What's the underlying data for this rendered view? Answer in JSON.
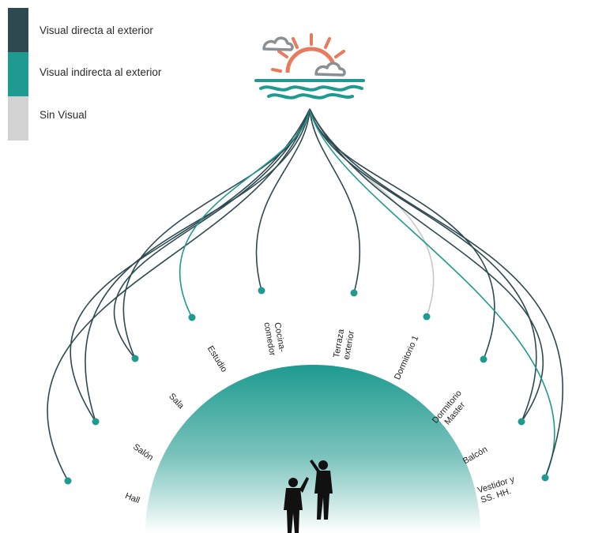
{
  "legend": [
    {
      "label": "Visual directa al exterior",
      "color": "#2e4a50"
    },
    {
      "label": "Visual indirecta al exterior",
      "color": "#1e9a90"
    },
    {
      "label": "Sin Visual",
      "color": "#d2d2d2"
    }
  ],
  "colors": {
    "direct": "#2e4a50",
    "indirect": "#1e9a90",
    "none": "#c8c8c8",
    "dot": "#1e9a90",
    "sun": "#e87a5e",
    "cloud": "#8a8f93",
    "waves": "#1e9a90"
  },
  "rooms": [
    {
      "label": "Hall",
      "lines": [
        "direct"
      ]
    },
    {
      "label": "Salón",
      "lines": [
        "direct",
        "direct"
      ]
    },
    {
      "label": "Sala",
      "lines": [
        "direct",
        "direct"
      ]
    },
    {
      "label": "Estudio",
      "lines": [
        "indirect"
      ]
    },
    {
      "label": "Cocina-\ncomedor",
      "lines": [
        "direct"
      ]
    },
    {
      "label": "Terraza\nexterior",
      "lines": [
        "direct"
      ]
    },
    {
      "label": "Dormitorio 1",
      "lines": [
        "none"
      ]
    },
    {
      "label": "Dormitorio\nMaster",
      "lines": [
        "direct"
      ]
    },
    {
      "label": "Balcón",
      "lines": [
        "direct",
        "direct"
      ]
    },
    {
      "label": "Vestidor y\nSS. HH.",
      "lines": [
        "indirect",
        "direct"
      ]
    }
  ],
  "icons": {
    "sun": "sun-icon",
    "clouds": "cloud-icon",
    "sea": "waves-icon",
    "people": "people-silhouette-icon"
  }
}
